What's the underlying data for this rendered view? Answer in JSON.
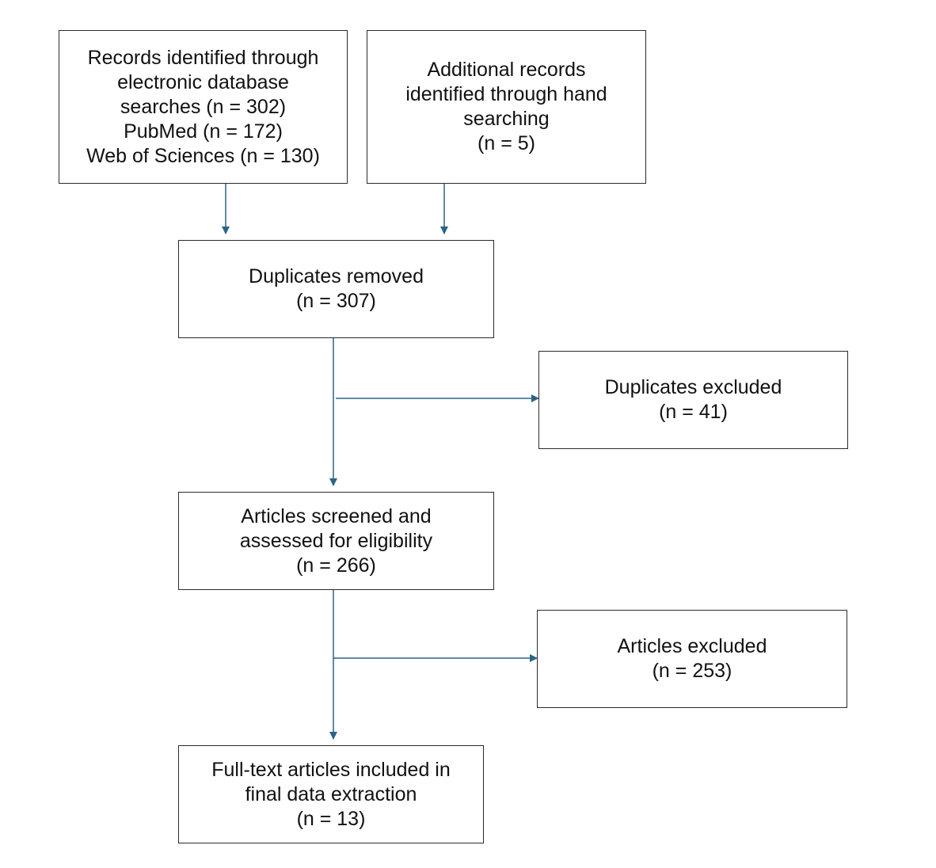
{
  "colors": {
    "connector": "#2a6587",
    "border": "#2b2b2b",
    "text": "#111111",
    "background": "#ffffff"
  },
  "boxes": {
    "electronic": {
      "lines": [
        "Records identified through",
        "electronic database",
        "searches (n = 302)",
        "PubMed (n = 172)",
        "Web of Sciences (n = 130)"
      ]
    },
    "hand": {
      "lines": [
        "Additional records",
        "identified through hand",
        "searching",
        "(n = 5)"
      ]
    },
    "duplicates_removed": {
      "lines": [
        "Duplicates removed",
        "(n = 307)"
      ]
    },
    "duplicates_excluded": {
      "lines": [
        "Duplicates excluded",
        "(n = 41)"
      ]
    },
    "screened": {
      "lines": [
        "Articles screened and",
        "assessed for eligibility",
        "(n = 266)"
      ]
    },
    "articles_excluded": {
      "lines": [
        "Articles excluded",
        "(n = 253)"
      ]
    },
    "included": {
      "lines": [
        "Full-text articles included in",
        "final data extraction",
        "(n = 13)"
      ]
    }
  }
}
